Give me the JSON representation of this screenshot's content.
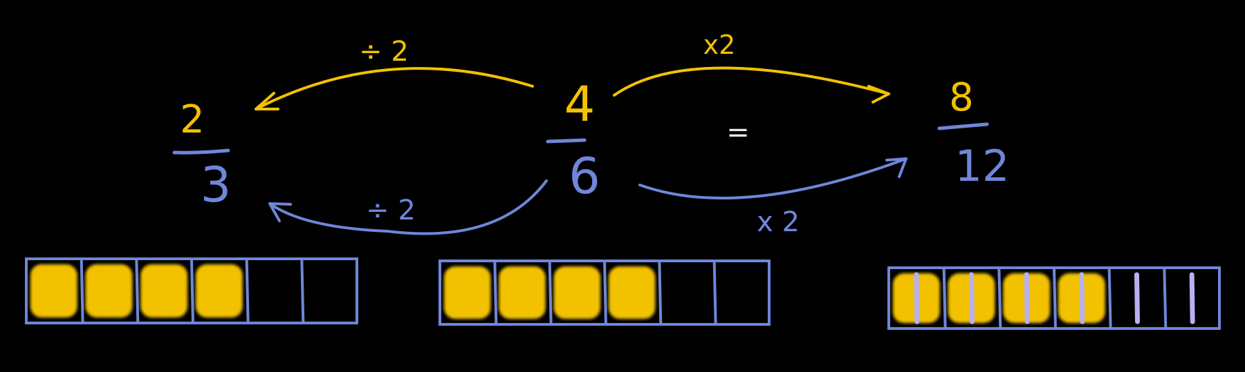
{
  "colors": {
    "background": "#000000",
    "yellow": "#F2C200",
    "blue": "#6F86D9",
    "light_purple": "#B7B1F0",
    "white": "#E6E6E6"
  },
  "fractions": [
    {
      "numerator": "2",
      "denominator": "3"
    },
    {
      "numerator": "4",
      "denominator": "6"
    },
    {
      "numerator": "8",
      "denominator": "12"
    }
  ],
  "equals_sign": "=",
  "operations": {
    "top_left": "÷ 2",
    "bottom_left": "÷ 2",
    "top_right": "x2",
    "bottom_right": "x 2"
  },
  "bars": [
    {
      "cells": 6,
      "shaded": 4,
      "note": "2/3"
    },
    {
      "cells": 6,
      "shaded": 4,
      "note": "4/6"
    },
    {
      "cells": 6,
      "shaded": 4,
      "note": "8/12",
      "split_lines": true
    }
  ]
}
